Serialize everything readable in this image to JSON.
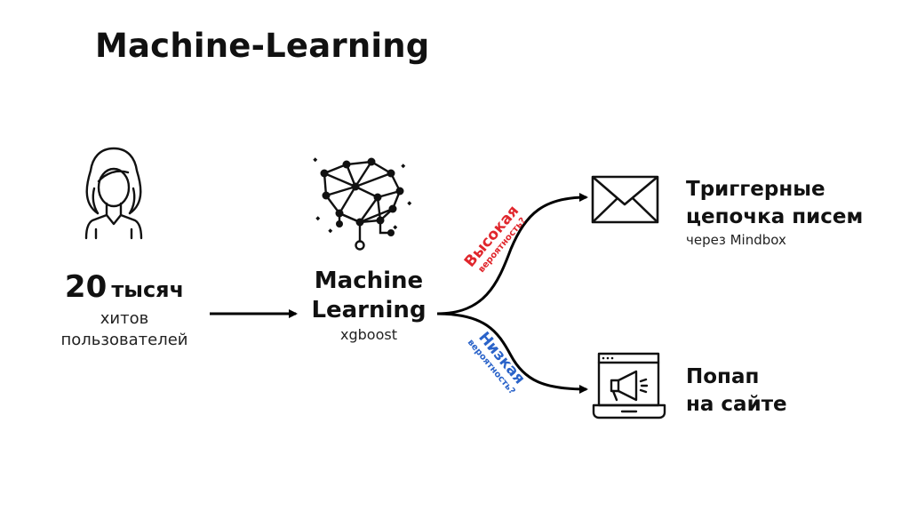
{
  "title": "Machine-Learning",
  "input": {
    "number": "20",
    "unit": "тысяч",
    "line1": "хитов",
    "line2": "пользователей"
  },
  "model": {
    "line1": "Machine",
    "line2": "Learning",
    "sub": "xgboost"
  },
  "branches": {
    "high": {
      "label": "Высокая",
      "sub": "вероятность?",
      "color": "#e0262c"
    },
    "low": {
      "label": "Низкая",
      "sub": "вероятность?",
      "color": "#2a63c9"
    }
  },
  "outputs": {
    "email": {
      "line1": "Триггерные",
      "line2": "цепочка писем",
      "sub": "через Mindbox"
    },
    "popup": {
      "line1": "Попап",
      "line2": "на сайте"
    }
  },
  "icons": {
    "user": "woman-user-icon",
    "model": "neural-network-brain-icon",
    "email": "envelope-icon",
    "popup": "laptop-megaphone-icon"
  }
}
